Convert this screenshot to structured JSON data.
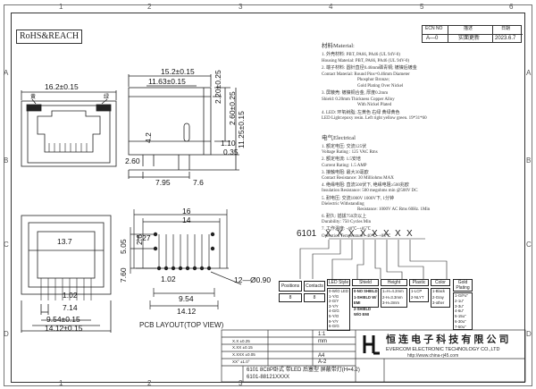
{
  "frame": {
    "col_labels": [
      "1",
      "2",
      "3",
      "4",
      "5",
      "6"
    ],
    "row_labels": [
      "A",
      "B",
      "C",
      "D"
    ]
  },
  "revision": {
    "headers": [
      "ECN NO",
      "描述",
      "日期"
    ],
    "row": [
      "A—0",
      "实面更新",
      "2023.6.7"
    ]
  },
  "rohs": "RoHS&REACH",
  "dims": {
    "top_w": "16.2±0.15",
    "side_w1": "15.2±0.15",
    "side_w2": "11.63±0.15",
    "h1": "2.20±0.25",
    "h2": "2.60±0.25",
    "h3": "11.25±0.15",
    "h4": "4.2",
    "h5": "1.10",
    "h6": "0.35",
    "h7": "2.60",
    "b1": "7.95",
    "b2": "7.6",
    "front_w": "13.7",
    "front_pitch": "1.02",
    "front_pw": "7.14",
    "front_w2": "9.54±0.15",
    "front_w3": "14.12±0.15",
    "pcb_16": "16",
    "pcb_14": "14",
    "pcb_505": "5.05",
    "pcb_26": "2.6",
    "pcb_127": "1.27",
    "pcb_760": "7.60",
    "pcb_102": "1.02",
    "pcb_954": "9.54",
    "pcb_1412": "14.12",
    "pcb_hole": "12—Ø0.90",
    "pcb_title": "PCB LAYOUT(TOP  VIEW)",
    "led_left": "黄",
    "led_right": "绿"
  },
  "material": {
    "title": "材料Material:",
    "lines": [
      "1. 外壳材料: PBT, PA66, PA46 (UL 94V-0)",
      "   Housing Material: PBT, PA66, PA46 (UL 94V-0)",
      "2. 端子材料: 圆针直径0.46mm磷青铜; 镀镍后镀金",
      "   Contact Material: Round Pins=0.46mm Diameter",
      "   Phosphor Bronze;",
      "   Gold Plating Over Nickel",
      "3. 屏蔽壳: 镀镍铜合金, 厚度0.2mm",
      "   Shield: 0.20mm Thickness Copper Alloy",
      "   With Nickel Plated",
      "4. LED: 环氧树脂; 左黄色 右绿 黄绿黄色",
      "   LED Light:epoxy resin. Left right yellow green. 19*31*60"
    ]
  },
  "electrical": {
    "title": "电气Electrical",
    "lines": [
      "1. 额定电压: 交流125伏",
      "   Voltage Rating : 125 VAC Rms",
      "2. 额定电流: 1.5安培",
      "   Current Rating: 1.5 AMP",
      "3. 接触电阻: 最大30毫欧",
      "   Contact Resistance: 30 Milliohms MAX",
      "4. 绝缘电阻: 直流500伏下, 绝缘电阻≥500兆欧",
      "   Insulation Resistance: 500 megohms min @500V DC",
      "5. 耐电压: 交流1000V 1000V下, 1分钟",
      "   Dielectric Withstanding",
      "   Resistance: 1000V AC Rms 60Hz. 1Min",
      "6. 耐久: 插拔750次以上",
      "   Durability: 750 Cycles Min",
      "7. 工作温度: -40℃~+85℃",
      "   Operation Temperature: -40℃~+85℃"
    ]
  },
  "part_code": {
    "prefix": "6101",
    "xs": [
      "X",
      "X",
      "X",
      "X",
      "X",
      "X",
      "X",
      "X"
    ],
    "boxes": {
      "positions": "Positions",
      "positions_val": "8",
      "contacts": "Contacts",
      "contacts_val": "8",
      "led": "LED Style",
      "led_opts": [
        "0-W/O LED",
        "1-Y/G",
        "2-G/Y",
        "3-Y/Y",
        "4-G/G",
        "5-Y/O",
        "9-Y/Y",
        "6-G/G"
      ],
      "shield": "Shield",
      "shield_opts": [
        "0-NO SHIELD",
        "1-SHIELD W/ EMI",
        "2-SHIELD W/O EMI"
      ],
      "height": "Height",
      "height_opts": [
        "1=H=4.2mm",
        "2-H=3.3mm",
        "3-H=3mm"
      ],
      "plastic": "Plastic",
      "plastic_opts": [
        "1-LCP",
        "2-NLYT"
      ],
      "color": "Color",
      "color_opts": [
        "1-Black",
        "2-Gray",
        "3-other"
      ],
      "gold": "Gold Plating",
      "gold_opts": [
        "1-G/Fu\"",
        "2-1u\"",
        "3-3u\"",
        "4-6u\"",
        "5-15u\"",
        "6-30u\"",
        "7-50u\""
      ]
    }
  },
  "title_block": {
    "company_cn": "恒 连 电 子 科 技 有 限 公 司",
    "company_en": "EVERCOM ELECTRONIC TECHNOLOGY CO.,LTD",
    "url": "http://www.china-rj45.com",
    "part_name": "6101 8C8P卧式 带LED 后塞型 屏蔽带灯(H=4.2)",
    "part_no": "6101-88121XXXX",
    "scale": "1:1",
    "unit": "mm",
    "size": "A4",
    "rev": "A-2",
    "tol_lines": [
      "X.X ±0.25",
      "X.XX ±0.15",
      "X.XXX ±0.05",
      "XX° ±1.0°"
    ]
  },
  "colors": {
    "line": "#222222",
    "frame": "#444444",
    "accent": "#1e5aa8"
  }
}
